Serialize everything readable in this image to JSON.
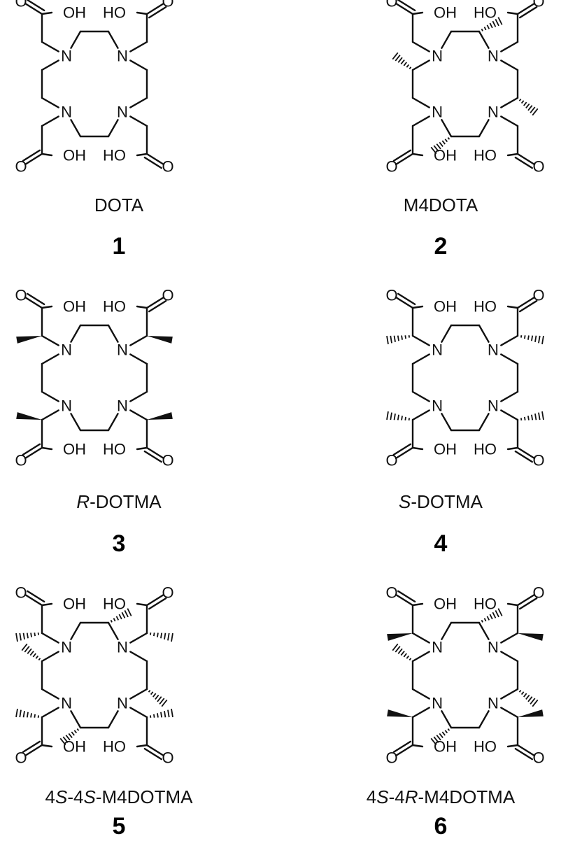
{
  "atoms": {
    "nitrogen": "N",
    "hydroxyl": "HO",
    "hydroxyl_right": "OH",
    "oxygen": "O"
  },
  "compounds": [
    {
      "prefix": "",
      "prefix_italic": "",
      "name": "DOTA",
      "number": "1"
    },
    {
      "prefix": "",
      "prefix_italic": "",
      "name": "M4DOTA",
      "number": "2"
    },
    {
      "prefix": "",
      "prefix_italic": "R",
      "name": "-DOTMA",
      "number": "3"
    },
    {
      "prefix": "",
      "prefix_italic": "S",
      "name": "-DOTMA",
      "number": "4"
    },
    {
      "prefix": "4",
      "prefix_italic": "S",
      "name": "-4S-M4DOTMA",
      "number": "5"
    },
    {
      "prefix": "4",
      "prefix_italic": "S",
      "name": "-4R-M4DOTMA",
      "number": "6"
    }
  ],
  "captions": {
    "c5": [
      "4",
      "S",
      "-4",
      "S",
      "-M4DOTMA"
    ],
    "c6": [
      "4",
      "S",
      "-4",
      "R",
      "-M4DOTMA"
    ]
  },
  "colors": {
    "ink": "#111111",
    "background": "#ffffff"
  }
}
